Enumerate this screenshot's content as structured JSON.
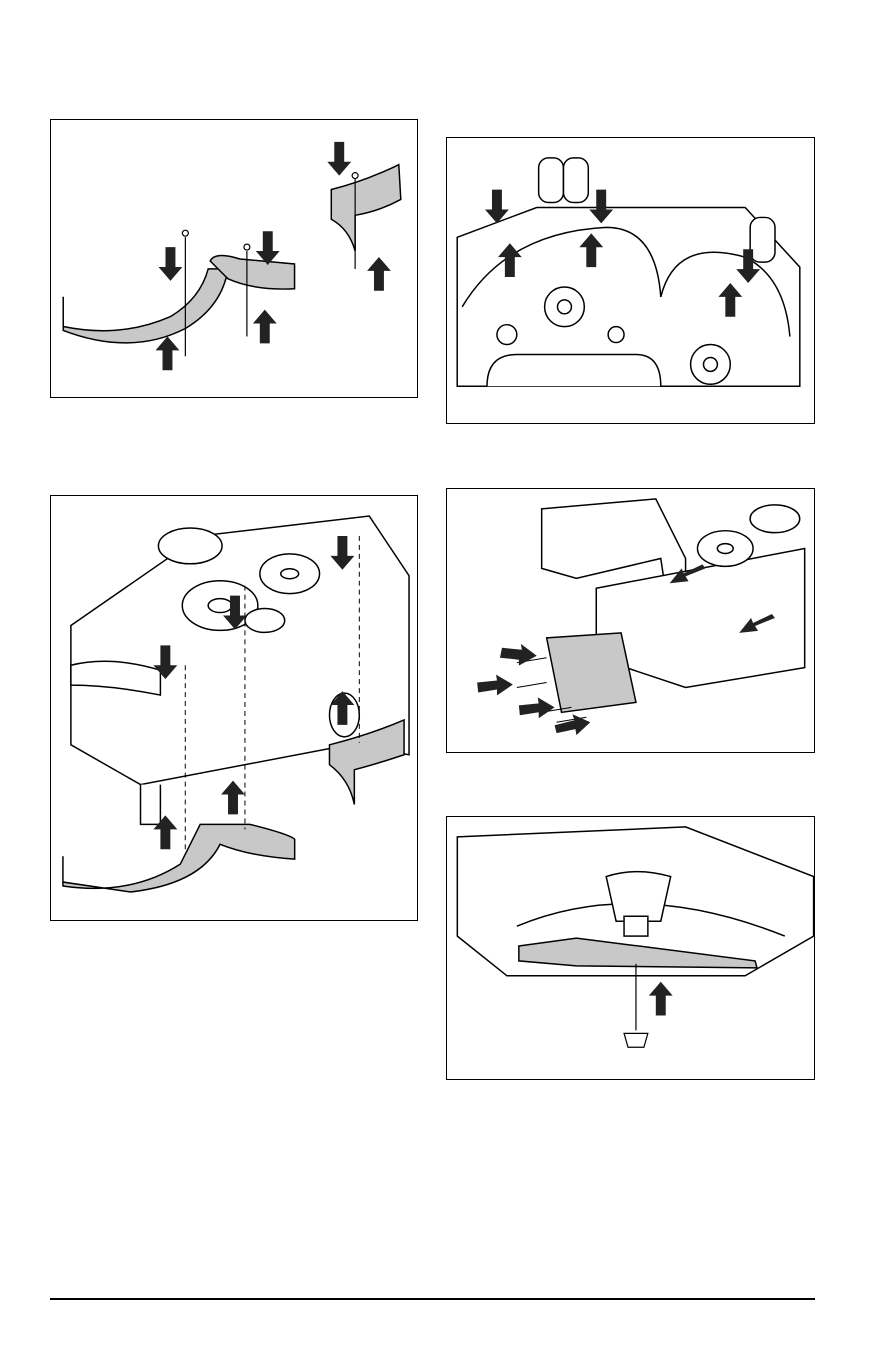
{
  "colors": {
    "line": "#000000",
    "part_fill": "#c8c8c8",
    "background": "#ffffff"
  },
  "figures": [
    {
      "id": "baffle-parts",
      "icon": "baffle-exploded-illustration"
    },
    {
      "id": "deck-underside-baffles",
      "icon": "deck-underside-illustration"
    },
    {
      "id": "deck-baffle-installation",
      "icon": "deck-top-illustration"
    },
    {
      "id": "discharge-chute-bracket",
      "icon": "chute-bracket-illustration"
    },
    {
      "id": "blade-installation",
      "icon": "blade-spindle-illustration"
    }
  ]
}
